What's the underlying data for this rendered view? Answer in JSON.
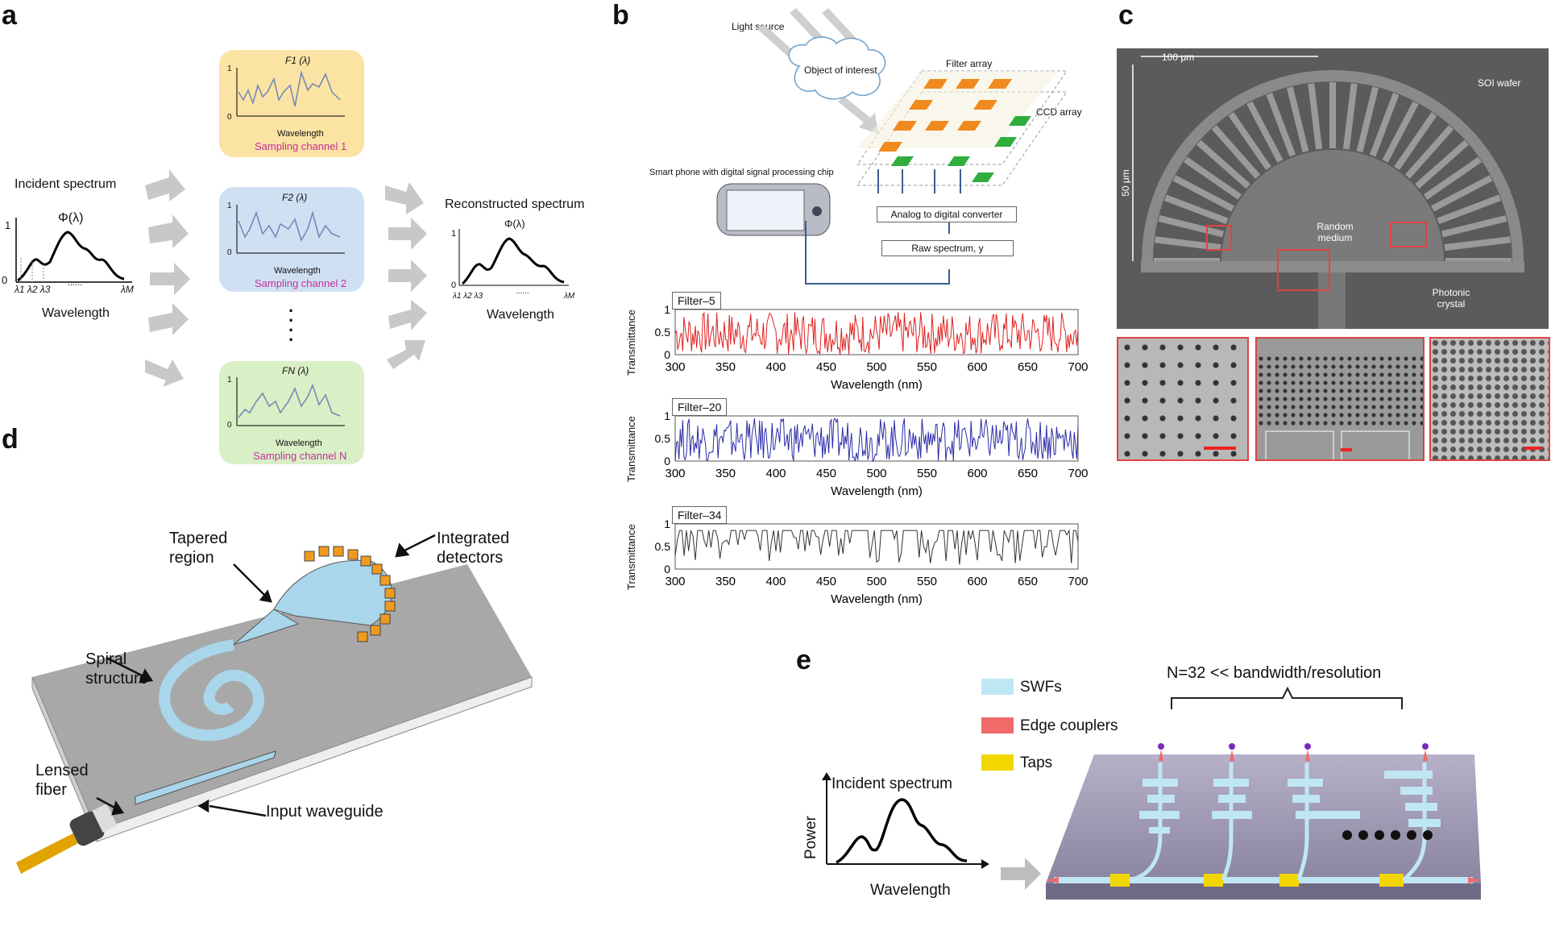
{
  "panels": {
    "a": {
      "letter": "a",
      "incident_title": "Incident spectrum",
      "phi": "Φ(λ)",
      "y1": "1",
      "y0": "0",
      "x_ticks": "λ1 λ2 λ3",
      "x_dots": "......",
      "x_end": "λM",
      "xlabel": "Wavelength",
      "channels": [
        {
          "func": "F1 (λ)",
          "label": "Sampling channel 1",
          "xlabel": "Wavelength",
          "bg": "#fbe3a3"
        },
        {
          "func": "F2 (λ)",
          "label": "Sampling channel 2",
          "xlabel": "Wavelength",
          "bg": "#cfe0f3"
        },
        {
          "func": "FN (λ)",
          "label": "Sampling channel N",
          "xlabel": "Wavelength",
          "bg": "#d9efc5"
        }
      ],
      "reconstructed_title": "Reconstructed spectrum",
      "recon_phi": "Φ(λ)",
      "recon_xlabel": "Wavelength"
    },
    "b": {
      "letter": "b",
      "light_source": "Light source",
      "object": "Object of interest",
      "filter_array": "Filter array",
      "ccd_array": "CCD array",
      "smartphone": "Smart phone with digital signal processing chip",
      "adc": "Analog to digital converter",
      "raw_spectrum": "Raw spectrum, y",
      "plots": [
        {
          "filter": "Filter–5",
          "color": "#e02020"
        },
        {
          "filter": "Filter–20",
          "color": "#2a2aa8"
        },
        {
          "filter": "Filter–34",
          "color": "#333333"
        }
      ],
      "ylabel": "Transmittance",
      "xlabel": "Wavelength (nm)",
      "yticks": [
        "1",
        "0.5",
        "0"
      ],
      "xticks": [
        "300",
        "350",
        "400",
        "450",
        "500",
        "550",
        "600",
        "650",
        "700"
      ]
    },
    "c": {
      "letter": "c",
      "scale_100": "100 μm",
      "scale_50": "50 μm",
      "soi": "SOI wafer",
      "random_medium": "Random medium",
      "photonic_crystal": "Photonic crystal"
    },
    "d": {
      "letter": "d",
      "tapered": "Tapered region",
      "integrated": "Integrated detectors",
      "spiral": "Spiral structure",
      "lensed": "Lensed fiber",
      "input": "Input waveguide"
    },
    "e": {
      "letter": "e",
      "n_label": "N=32 << bandwidth/resolution",
      "legend": [
        {
          "label": "SWFs",
          "color": "#bfe6f3"
        },
        {
          "label": "Edge couplers",
          "color": "#f06a6a"
        },
        {
          "label": "Taps",
          "color": "#f2d600"
        }
      ],
      "incident_title": "Incident spectrum",
      "ylabel": "Power",
      "xlabel": "Wavelength"
    }
  }
}
